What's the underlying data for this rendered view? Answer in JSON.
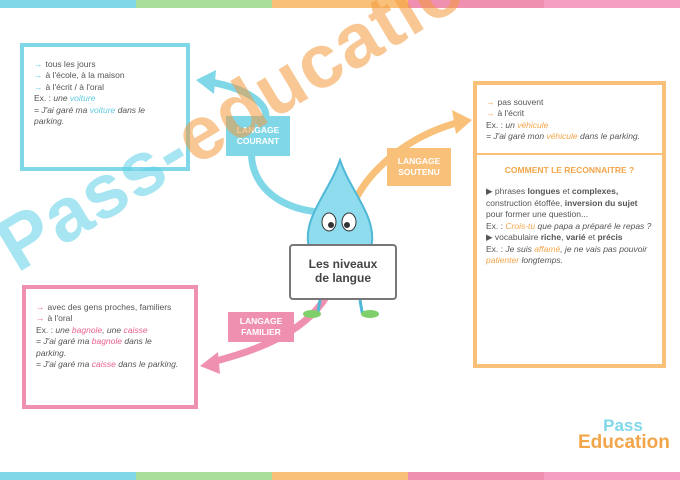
{
  "stripe_colors": [
    "#7fd7e8",
    "#a9dd9a",
    "#f9c07a",
    "#f090b0",
    "#f5a0c0"
  ],
  "title": {
    "line1": "Les niveaux",
    "line2": "de langue"
  },
  "courant": {
    "label_line1": "LANGAGE",
    "label_line2": "COURANT",
    "color": "#7fd7e8",
    "items": [
      "tous les jours",
      "à l'école, à la maison",
      "à l'écrit / à l'oral"
    ],
    "ex_prefix": "Ex. : ",
    "ex_word1": "une ",
    "ex_word1_hl": "voiture",
    "sentence_pre": "= J'ai garé ma ",
    "sentence_hl": "voiture",
    "sentence_post": " dans le parking."
  },
  "familier": {
    "label_line1": "LANGAGE",
    "label_line2": "FAMILIER",
    "color": "#f090b0",
    "items": [
      "avec des gens proches, familiers",
      "à l'oral"
    ],
    "ex_prefix": "Ex. : ",
    "ex_a": "une ",
    "ex_a_hl": "bagnole",
    "ex_b": ", une ",
    "ex_b_hl": "caisse",
    "s1_pre": "= J'ai garé ma ",
    "s1_hl": "bagnole",
    "s1_post": " dans le parking.",
    "s2_pre": "= J'ai garé ma ",
    "s2_hl": "caisse",
    "s2_post": " dans le parking."
  },
  "soutenu": {
    "label_line1": "LANGAGE",
    "label_line2": "SOUTENU",
    "color": "#f9c07a",
    "items": [
      "pas souvent",
      "à l'écrit"
    ],
    "ex_prefix": "Ex. : ",
    "ex_word": "un ",
    "ex_word_hl": "véhicule",
    "sentence_pre": "= J'ai garé mon ",
    "sentence_hl": "véhicule",
    "sentence_post": " dans le parking.",
    "recognize_title": "COMMENT LE RECONNAITRE ?",
    "b1_a": "phrases ",
    "b1_b": "longues",
    "b1_c": " et ",
    "b1_d": "complexes,",
    "b1_e": "construction étoffée, ",
    "b1_f": "inversion du sujet",
    "b1_g": "pour former une question...",
    "ex2_prefix": "Ex. : ",
    "ex2_hl": "Crois-tu",
    "ex2_rest": " que papa a préparé le repas ?",
    "b2_a": "vocabulaire ",
    "b2_b": "riche",
    "b2_c": ", ",
    "b2_d": "varié",
    "b2_e": " et ",
    "b2_f": "précis",
    "ex3_prefix": "Ex. : ",
    "ex3_a": "Je suis ",
    "ex3_hl1": "affamé",
    "ex3_b": ", je ne vais pas pouvoir",
    "ex3_hl2": "patienter",
    "ex3_c": " longtemps."
  },
  "watermark": {
    "part1": "Pass-",
    "part2": "education"
  },
  "logo": {
    "line1": "Pass",
    "line2": "Education"
  }
}
